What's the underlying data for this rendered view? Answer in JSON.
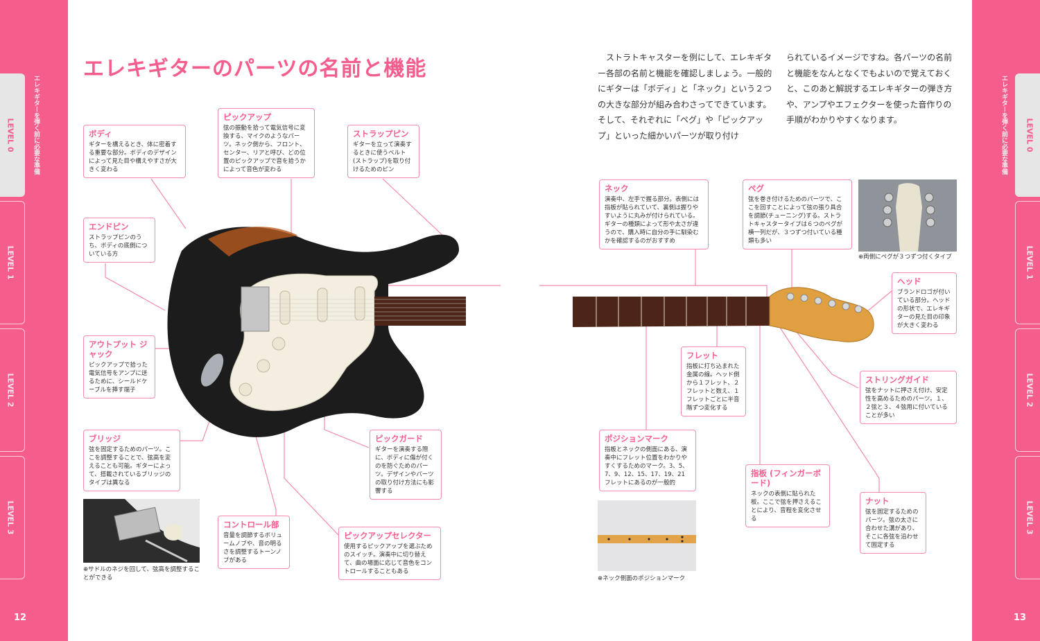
{
  "page": {
    "title": "エレキギターのパーツの名前と機能",
    "chapter_label": "エレキギターを弾く前に必要な準備",
    "page_left": "12",
    "page_right": "13",
    "tabs": [
      "LEVEL 0",
      "LEVEL 1",
      "LEVEL 2",
      "LEVEL 3"
    ]
  },
  "intro": {
    "col1": "ストラトキャスターを例にして、エレキギター各部の名前と機能を確認しましょう。一般的にギターは「ボディ」と「ネック」という２つの大きな部分が組み合わさってできています。そして、それぞれに「ペグ」や「ピックアップ」といった細かいパーツが取り付け",
    "col2": "られているイメージですね。各パーツの名前と機能をなんとなくでもよいので覚えておくと、このあと解説するエレキギターの弾き方や、アンプやエフェクターを使った音作りの手順がわかりやすくなります。"
  },
  "callouts": {
    "body": {
      "title": "ボディ",
      "text": "ギターを構えるとき、体に密着する重要な部分。ボディのデザインによって見た目や構えやすさが大きく変わる"
    },
    "pickup": {
      "title": "ピックアップ",
      "text": "弦の振動を拾って電気信号に変換する、マイクのようなパーツ。ネック側から、フロント、センター、リアと呼び、どの位置のピックアップで音を拾うかによって音色が変わる"
    },
    "strap_pin": {
      "title": "ストラップピン",
      "text": "ギターを立って演奏するときに使うベルト(ストラップ)を取り付けるためのピン"
    },
    "end_pin": {
      "title": "エンドピン",
      "text": "ストラップピンのうち、ボディの底側についている方"
    },
    "output_jack": {
      "title": "アウトプット ジャック",
      "text": "ピックアップで拾った電気信号をアンプに送るために、シールドケーブルを挿す端子"
    },
    "bridge": {
      "title": "ブリッジ",
      "text": "弦を固定するためのパーツ。ここを調整することで、弦高を変えることも可能。ギターによって、搭載されているブリッジのタイプは異なる"
    },
    "pickguard": {
      "title": "ピックガード",
      "text": "ギターを演奏する際に、ボディに傷が付くのを防ぐためのパーツ。デザインやパーツの取り付け方法にも影響する"
    },
    "control": {
      "title": "コントロール部",
      "text": "音量を調節するボリュームノブや、音の明るさを調整するトーンノブがある"
    },
    "selector": {
      "title": "ピックアップセレクター",
      "text": "使用するピックアップを選ぶためのスイッチ。演奏中に切り替えて、曲の場面に応じて音色をコントロールすることもある"
    },
    "neck": {
      "title": "ネック",
      "text": "演奏中、左手で握る部分。表側には指板が貼られていて、裏側は握りやすいように丸みが付けられている。ギターの種類によって形や太さが違うので、購入時に自分の手に馴染むかを確認するのがおすすめ"
    },
    "peg": {
      "title": "ペグ",
      "text": "弦を巻き付けるためのパーツで、ここを回すことによって弦の張り具合を調節(チューニング)する。ストラトキャスタータイプは６つのペグが横一列だが、３つずつ付いている種類も多い"
    },
    "head": {
      "title": "ヘッド",
      "text": "ブランドロゴが付いている部分。ヘッドの形状で、エレキギターの見た目の印象が大きく変わる"
    },
    "fret": {
      "title": "フレット",
      "text": "指板に打ち込まれた金属の線。ヘッド側から１フレット、２フレットと数え、１フレットごとに半音階ずつ変化する"
    },
    "string_guide": {
      "title": "ストリングガイド",
      "text": "弦をナットに押さえ付け、安定性を高めるためのパーツ。１、２弦と３、４弦用に付いていることが多い"
    },
    "position_mark": {
      "title": "ポジションマーク",
      "text": "指板とネックの側面にある、演奏中にフレット位置をわかりやすくするためのマーク。3、5、7、9、12、15、17、19、21フレットにあるのが一般的"
    },
    "fingerboard": {
      "title": "指板 (フィンガーボード)",
      "text": "ネックの表側に貼られた板。ここで弦を押さえることにより、音程を変化させる"
    },
    "nut": {
      "title": "ナット",
      "text": "弦を固定するためのパーツ。弦の太さに合わせた溝があり、そこに各弦を沿わせて固定する"
    }
  },
  "captions": {
    "bridge_photo": "サドルのネジを回して、弦高を調整することができる",
    "head_photo": "両側にペグが３つずつ付くタイプ",
    "side_photo": "ネック側面のポジションマーク"
  },
  "colors": {
    "accent": "#f45d8c",
    "tab_active": "#e6e6e6",
    "callout_border": "#f48aab"
  }
}
